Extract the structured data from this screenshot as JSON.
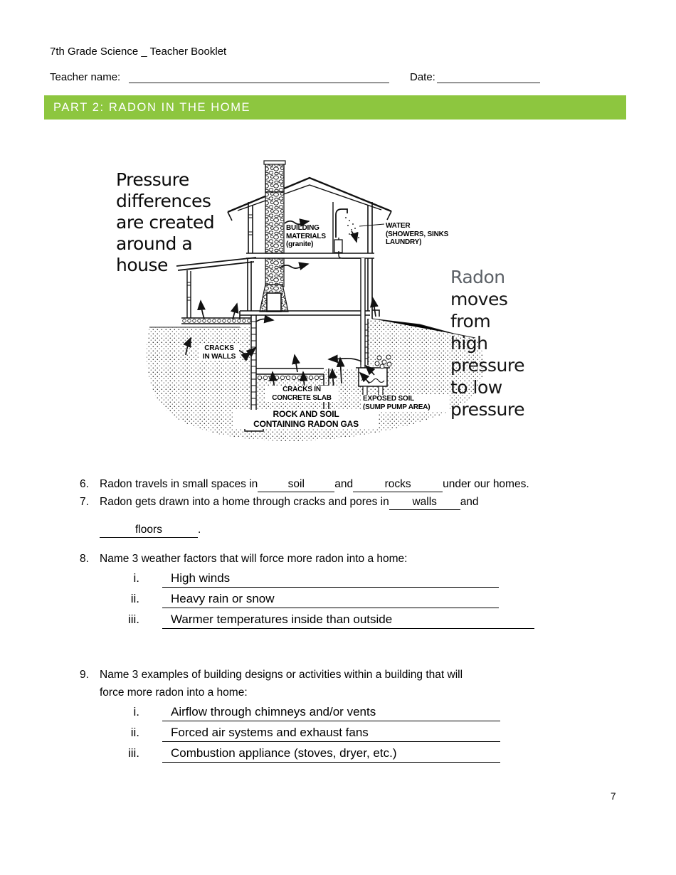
{
  "header": {
    "title": "7th Grade Science _ Teacher Booklet",
    "teacher_label": "Teacher name:",
    "date_label": "Date:",
    "banner": "PART 2: RADON IN THE HOME"
  },
  "diagram": {
    "caption_left": "Pressure\ndifferences\nare created\naround a\nhouse",
    "caption_right_word": "Radon",
    "caption_right_rest": "moves\nfrom\nhigh\npressure\nto low\npressure",
    "labels": {
      "building_materials": "BUILDING\nMATERIALS\n(granite)",
      "water": "WATER\n(SHOWERS, SINKS\nLAUNDRY)",
      "cracks_walls": "CRACKS\nIN WALLS",
      "cracks_slab": "CRACKS IN\nCONCRETE SLAB",
      "exposed_soil": "EXPOSED SOIL\n(SUMP PUMP AREA)",
      "rock_soil": "ROCK AND SOIL\nCONTAINING RADON GAS"
    }
  },
  "questions": {
    "q6": {
      "number": "6.",
      "pre": "Radon travels in small spaces in",
      "blank1": "soil",
      "mid": "and",
      "blank2": "rocks",
      "post": "under our homes."
    },
    "q7": {
      "number": "7.",
      "pre": "Radon gets drawn into a home through cracks and pores in",
      "blank1": "walls",
      "mid": "and",
      "blank2": "floors",
      "post": "."
    },
    "q8": {
      "number": "8.",
      "prompt": "Name 3 weather factors that will force more radon into a home:",
      "items": [
        {
          "numeral": "i.",
          "answer": "High winds"
        },
        {
          "numeral": "ii.",
          "answer": "Heavy rain or snow"
        },
        {
          "numeral": "iii.",
          "answer": "Warmer temperatures inside than outside"
        }
      ]
    },
    "q9": {
      "number": "9.",
      "prompt_line1": "Name 3 examples of building designs or activities within a building that will",
      "prompt_line2": "force more radon into a home:",
      "items": [
        {
          "numeral": "i.",
          "answer": "Airflow through chimneys and/or vents"
        },
        {
          "numeral": "ii.",
          "answer": "Forced air systems and exhaust fans"
        },
        {
          "numeral": "iii.",
          "answer": "Combustion appliance (stoves, dryer, etc.)"
        }
      ]
    }
  },
  "footer": {
    "page_number": "7"
  },
  "colors": {
    "banner_green": "#8dc63f",
    "radon_gray": "#5b6066"
  }
}
